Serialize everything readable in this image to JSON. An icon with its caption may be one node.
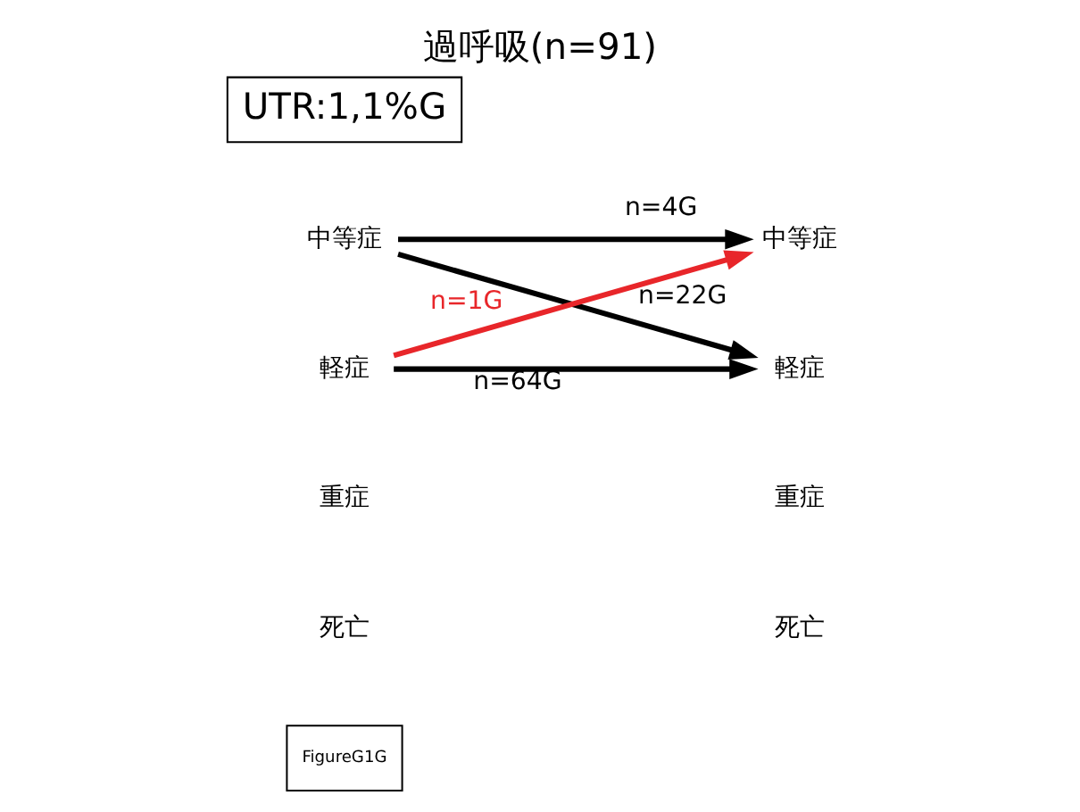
{
  "diagram": {
    "title": "過呼吸(n=91)",
    "nodes": [
      {
        "text": [
          "FigureG1G"
        ]
      },
      {
        "text": [
          "死亡"
        ]
      },
      {
        "text": [
          "死亡"
        ]
      },
      {
        "text": [
          "重症"
        ]
      },
      {
        "text": [
          "重症"
        ]
      },
      {
        "text": [
          "中等症"
        ]
      },
      {
        "text": [
          "中等症"
        ]
      },
      {
        "text": [
          "軽症"
        ]
      },
      {
        "text": [
          "軽症"
        ]
      },
      {
        "text": [
          "UTR:1,1%G"
        ]
      }
    ],
    "edges": [
      {
        "from": 5,
        "to": 6,
        "arrow": "to",
        "label": "n=4G"
      },
      {
        "from": 5,
        "to": 8,
        "arrow": "to",
        "label": "n=22G"
      },
      {
        "from": 7,
        "to": 6,
        "arrow": "to",
        "label": "n=1G",
        "color": "#e8262a"
      },
      {
        "from": 7,
        "to": 8,
        "arrow": "to",
        "label": "n=64G"
      }
    ]
  }
}
